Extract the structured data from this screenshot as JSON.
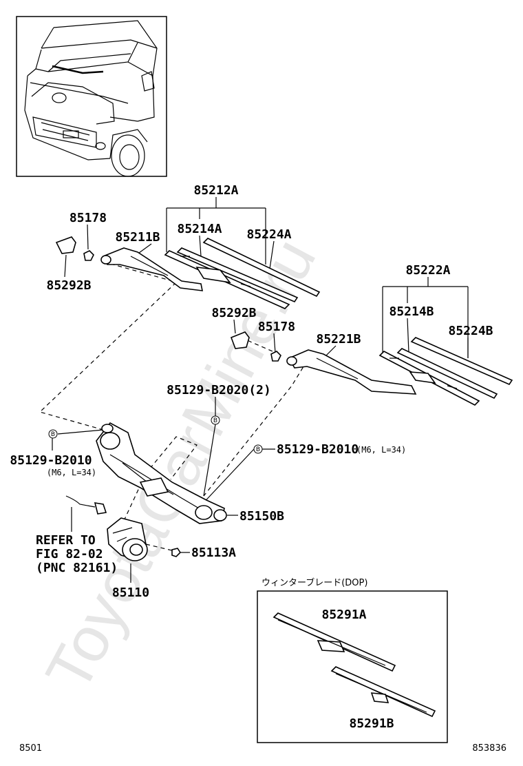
{
  "watermark": "ToyotaCarMine.ru",
  "labels": {
    "p85212A": "85212A",
    "p85178a": "85178",
    "p85211B": "85211B",
    "p85214A": "85214A",
    "p85224A": "85224A",
    "p85292Ba": "85292B",
    "p85292Bb": "85292B",
    "p85178b": "85178",
    "p85221B": "85221B",
    "p85222A": "85222A",
    "p85214B": "85214B",
    "p85224B": "85224B",
    "p85129_B2020": "85129-B2020(2)",
    "p85129_B2010_left": "85129-B2010",
    "p85129_B2010_left_spec": "(M6, L=34)",
    "p85129_B2010_right": "85129-B2010",
    "p85129_B2010_right_spec": "(M6, L=34)",
    "p85150B": "85150B",
    "p85113A": "85113A",
    "p85110": "85110",
    "refer_line1": "REFER TO",
    "refer_line2": "FIG 82-02",
    "refer_line3": "(PNC 82161)",
    "p85291A": "85291A",
    "p85291B": "85291B"
  },
  "markers": {
    "b": "B"
  },
  "winter_box_title": "ウィンターブレード(DOP)",
  "footer": {
    "left": "8501",
    "right": "853836"
  }
}
